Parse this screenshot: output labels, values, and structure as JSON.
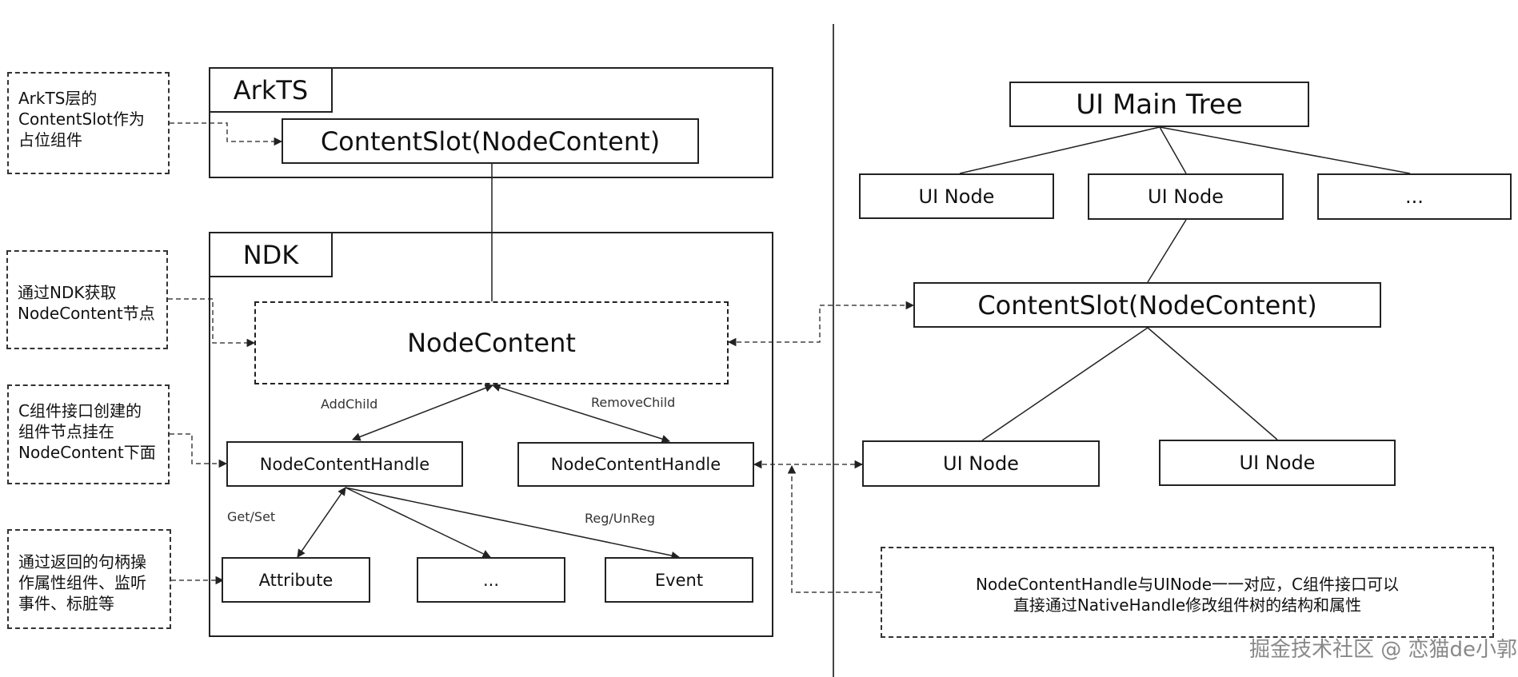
{
  "left": {
    "arkts": {
      "tag": "ArkTS",
      "slot": "ContentSlot(NodeContent)"
    },
    "ndk": {
      "tag": "NDK",
      "node_content": "NodeContent",
      "add_child": "AddChild",
      "remove_child": "RemoveChild",
      "handle_left": "NodeContentHandle",
      "handle_right": "NodeContentHandle",
      "get_set": "Get/Set",
      "reg_unreg": "Reg/UnReg",
      "attribute": "Attribute",
      "ellipsis": "...",
      "event": "Event"
    },
    "notes": [
      "ArkTS层的\nContentSlot作为\n占位组件",
      "通过NDK获取\nNodeContent节点",
      "C组件接口创建的\n组件节点挂在\nNodeContent下面",
      "通过返回的句柄操\n作属性组件、监听\n事件、标脏等"
    ]
  },
  "right": {
    "main_tree": "UI Main Tree",
    "node1": "UI Node",
    "node2": "UI Node",
    "node3": "...",
    "slot": "ContentSlot(NodeContent)",
    "child1": "UI Node",
    "child2": "UI Node",
    "note_line1": "NodeContentHandle与UINode一一对应，C组件接口可以",
    "note_line2": "直接通过NativeHandle修改组件树的结构和属性"
  },
  "watermark": "掘金技术社区 @ 恋猫de小郭"
}
